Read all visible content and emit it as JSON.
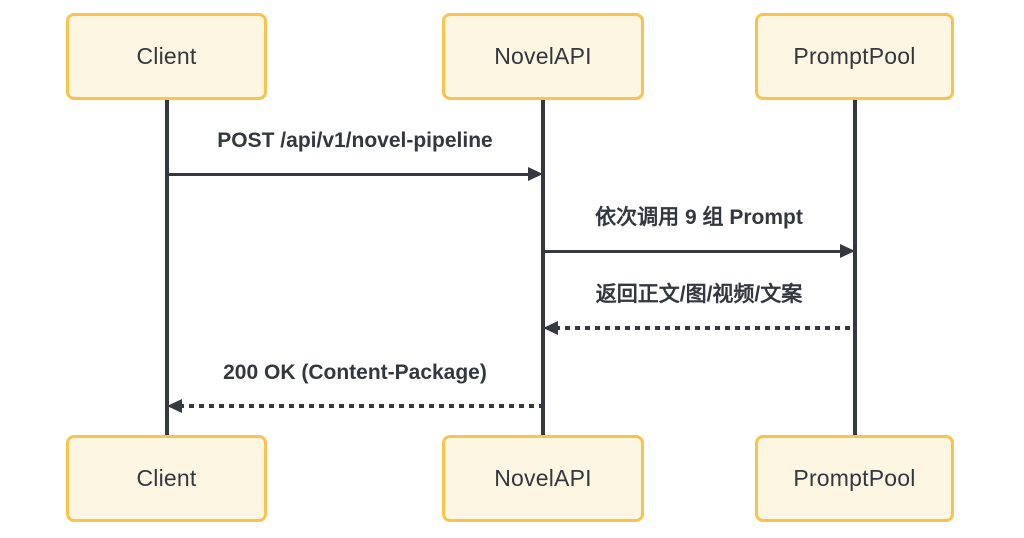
{
  "diagram": {
    "type": "sequence",
    "actors": [
      {
        "id": "client",
        "label": "Client"
      },
      {
        "id": "novelapi",
        "label": "NovelAPI"
      },
      {
        "id": "promptpool",
        "label": "PromptPool"
      }
    ],
    "messages": [
      {
        "from": "Client",
        "to": "NovelAPI",
        "label": "POST /api/v1/novel-pipeline",
        "line_style": "solid",
        "direction": "right"
      },
      {
        "from": "NovelAPI",
        "to": "PromptPool",
        "label": "依次调用 9 组 Prompt",
        "line_style": "solid",
        "direction": "right"
      },
      {
        "from": "PromptPool",
        "to": "NovelAPI",
        "label": "返回正文/图/视频/文案",
        "line_style": "dashed",
        "direction": "left"
      },
      {
        "from": "NovelAPI",
        "to": "Client",
        "label": "200 OK (Content-Package)",
        "line_style": "dashed",
        "direction": "left"
      }
    ],
    "colors": {
      "background": "#ffffff",
      "actor_fill": "#fdf6e3",
      "actor_border": "#f9c34c",
      "line": "#35393f",
      "text": "#33373e"
    }
  }
}
